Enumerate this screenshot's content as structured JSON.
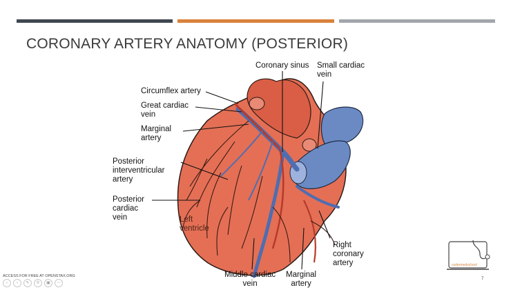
{
  "slide": {
    "title": "CORONARY ARTERY ANATOMY (POSTERIOR)",
    "page_number": "7",
    "footer": "ACCESS FOR FREE AT OPENSTAX.ORG",
    "accent_colors": [
      "#3f4750",
      "#d9823b",
      "#a3a7ac"
    ]
  },
  "labels": {
    "coronary_sinus": "Coronary sinus",
    "small_cardiac_vein": "Small cardiac\nvein",
    "circumflex_artery": "Circumflex artery",
    "great_cardiac_vein": "Great cardiac\nvein",
    "marginal_artery_left": "Marginal\nartery",
    "posterior_interventricular_artery": "Posterior\ninterventricular\nartery",
    "posterior_cardiac_vein": "Posterior\ncardiac\nvein",
    "left_ventricle": "Left\nventricle",
    "right_coronary_artery": "Right\ncoronary\nartery",
    "middle_cardiac_vein": "Middle cardiac\nvein",
    "marginal_artery_bottom": "Marginal\nartery"
  },
  "logo": {
    "text": "codermedschool",
    "icon": "stethoscope-laptop-icon"
  },
  "controls": [
    "prev-icon",
    "next-icon",
    "pen-icon",
    "zoom-icon",
    "camera-icon",
    "more-icon"
  ]
}
